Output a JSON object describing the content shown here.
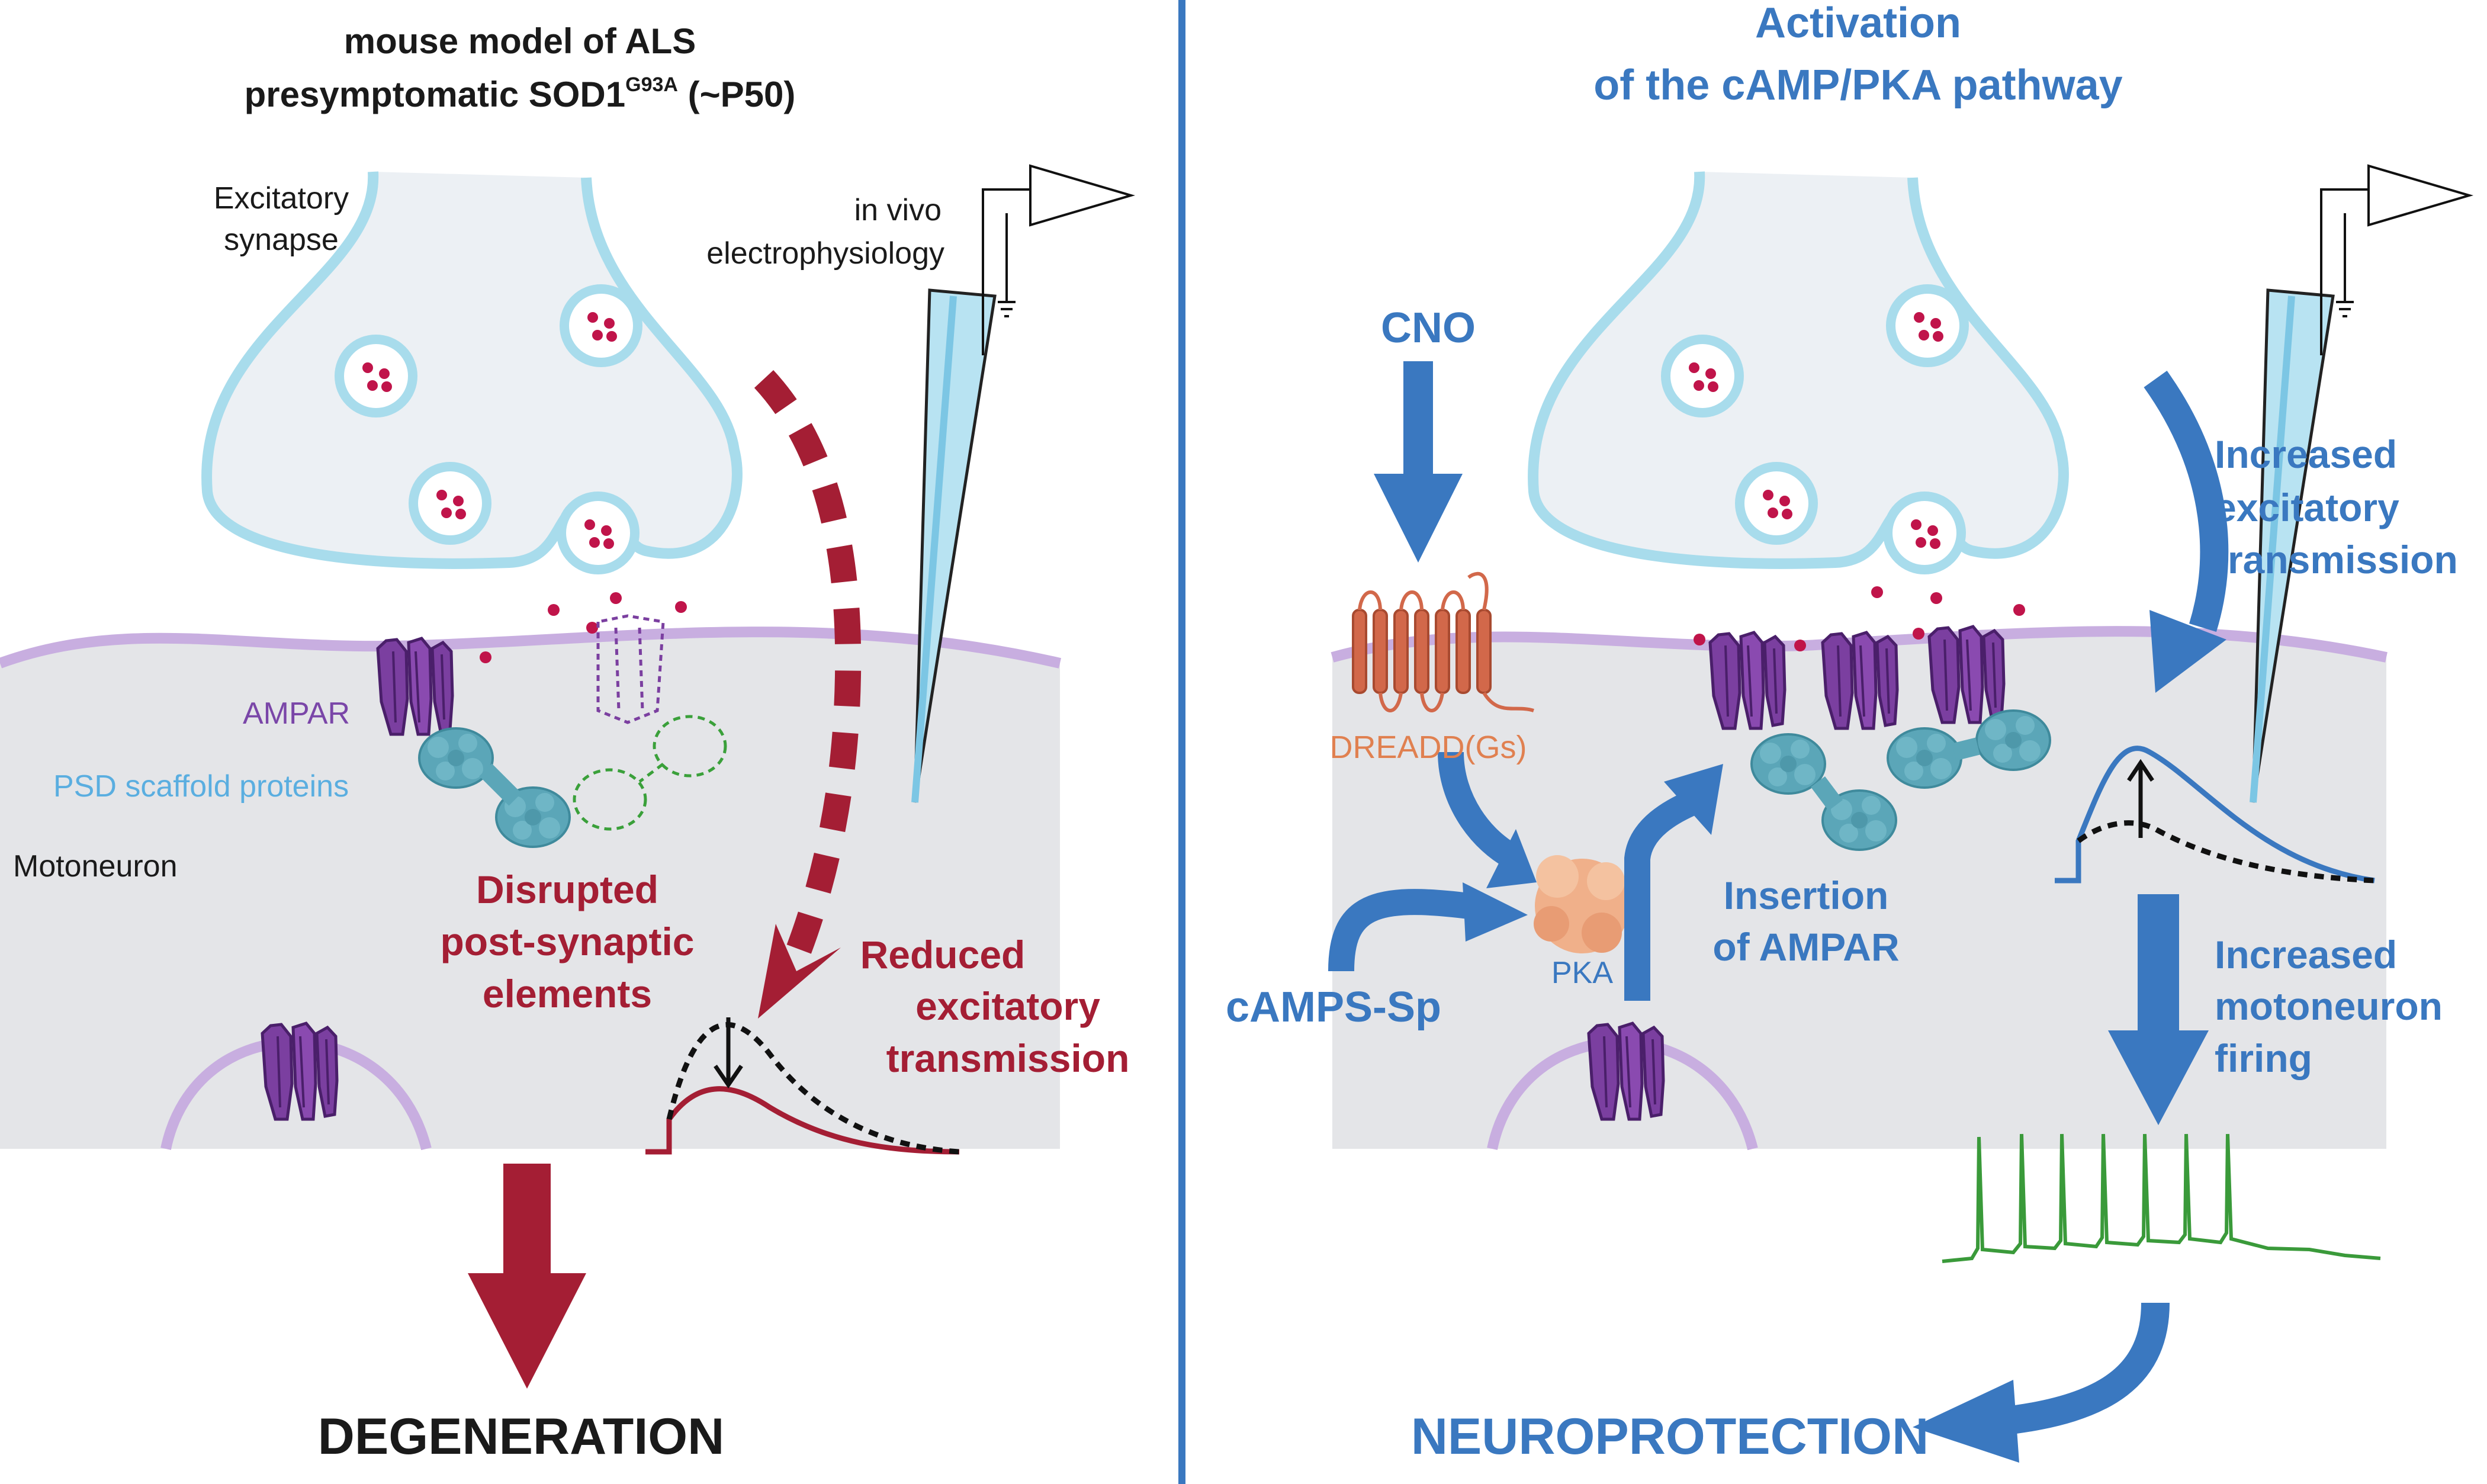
{
  "colors": {
    "red": "#a41e34",
    "blue": "#3a78c0",
    "cyan_text": "#5aaee0",
    "purple_text": "#7a46a8",
    "purple_membrane": "#c8aee0",
    "ampar": "#7b3fa0",
    "psd": "#5ba6b8",
    "dread": "#d2684a",
    "pka": "#f0b08a",
    "terminal_stroke": "#a8dcec",
    "terminal_fill": "#ecf0f4",
    "vesicle_dot": "#c0144a",
    "neuron_gray": "#e4e5e8",
    "spike_green": "#3a9a3a",
    "divider": "#3a78c0"
  },
  "left": {
    "title_line1": "mouse model of ALS",
    "title_line2_pre": "presymptomatic SOD1",
    "title_sup": "G93A",
    "title_line2_post": " (~P50)",
    "synapse_label_1": "Excitatory",
    "synapse_label_2": "synapse",
    "ephys_label_1": "in vivo",
    "ephys_label_2": "electrophysiology",
    "ampar_label": "AMPAR",
    "psd_label": "PSD scaffold proteins",
    "motoneuron_label": "Motoneuron",
    "disrupted_1": "Disrupted",
    "disrupted_2": "post-synaptic",
    "disrupted_3": "elements",
    "reduced_1": "Reduced",
    "reduced_2": "excitatory",
    "reduced_3": "transmission",
    "outcome": "DEGENERATION"
  },
  "right": {
    "title_line1": "Activation",
    "title_line2": "of the cAMP/PKA pathway",
    "cno_label": "CNO",
    "dreadd_label": "DREADD(Gs)",
    "pka_label": "PKA",
    "camps_label": "cAMPS-Sp",
    "insertion_1": "Insertion",
    "insertion_2": "of AMPAR",
    "increased_exc_1": "Increased",
    "increased_exc_2": "excitatory",
    "increased_exc_3": "transmission",
    "increased_fire_1": "Increased",
    "increased_fire_2": "motoneuron",
    "increased_fire_3": "firing",
    "outcome": "NEUROPROTECTION"
  }
}
